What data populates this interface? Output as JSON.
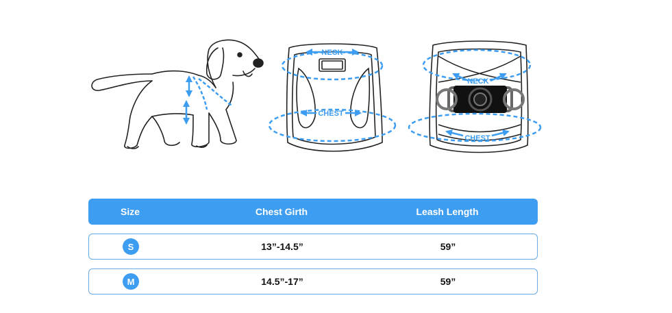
{
  "illustrations": {
    "front_neck_label": "NECK",
    "front_chest_label": "CHEST",
    "back_neck_label": "NECK",
    "back_chest_label": "CHEST",
    "accent_color": "#3d9df0"
  },
  "size_table": {
    "headers": {
      "size": "Size",
      "chest": "Chest Girth",
      "leash": "Leash Length"
    },
    "rows": [
      {
        "size": "S",
        "chest": "13”-14.5”",
        "leash": "59”"
      },
      {
        "size": "M",
        "chest": "14.5”-17”",
        "leash": "59”"
      }
    ],
    "header_color": "#3d9df0"
  }
}
